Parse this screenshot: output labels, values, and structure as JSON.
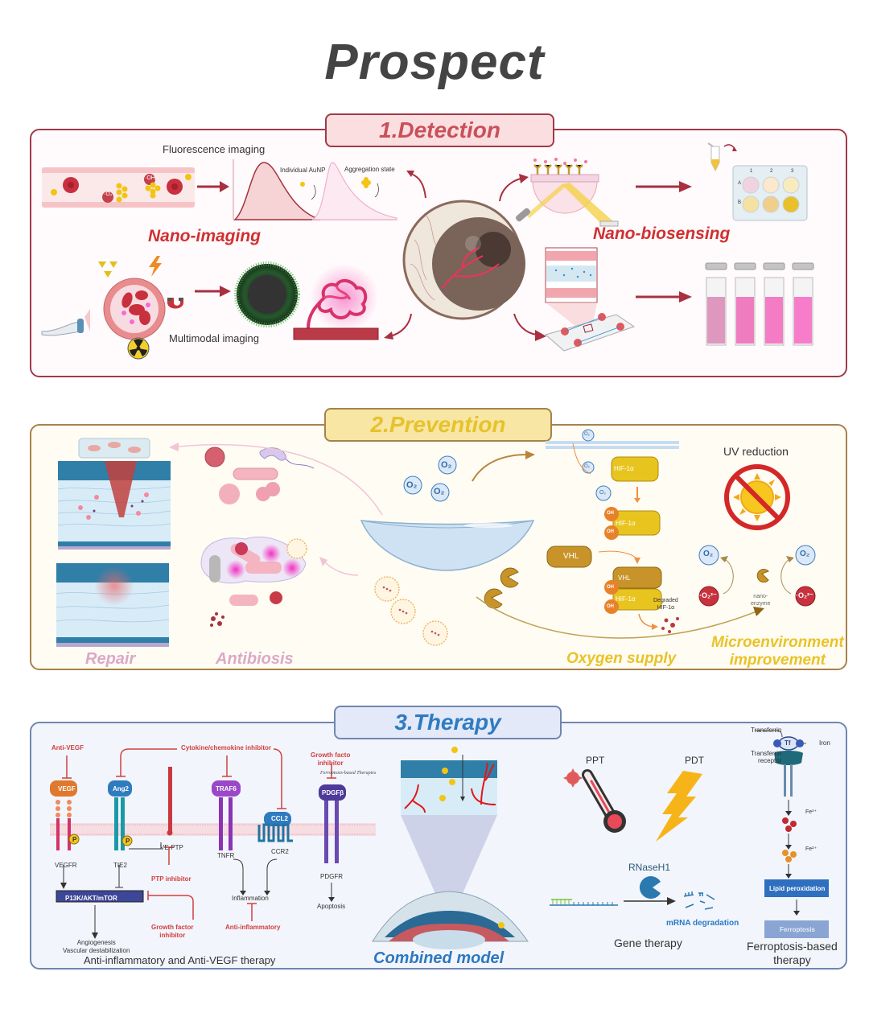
{
  "title": "Prospect",
  "sections": {
    "detection": {
      "tab": "1.Detection",
      "nano_imaging": {
        "title": "Nano-imaging",
        "fluorescence_label": "Fluorescence imaging",
        "individual_label": "Individual AuNP",
        "aggregation_label": "Aggregation state",
        "oh_label": "·OH",
        "o2_label": "·O₂",
        "multimodal_label": "Multimodal imaging"
      },
      "nano_biosensing": {
        "title": "Nano-biosensing",
        "plate_cols": [
          "1",
          "2",
          "3"
        ],
        "plate_rows": [
          "A",
          "B"
        ],
        "plate_colors": [
          "#f0d3df",
          "#fbe8cd",
          "#f8ebbd",
          "#f5e2a2",
          "#f0cf8d",
          "#e9c029"
        ],
        "cuvette_colors": [
          "#de97be",
          "#f07cc0",
          "#f47cc4",
          "#f77dcb"
        ]
      }
    },
    "prevention": {
      "tab": "2.Prevention",
      "repair_title": "Repair",
      "antibiosis_title": "Antibiosis",
      "oxygen_title": "Oxygen supply",
      "micro_title_line1": "Microenvironment",
      "micro_title_line2": "improvement",
      "uv_label": "UV reduction",
      "o2": "O₂",
      "superoxide": "·O₂²⁻",
      "hif": "HIF-1α",
      "vhl": "VHL",
      "oh": "OH",
      "degraded_line1": "Degraded",
      "degraded_line2": "HIF-1α",
      "nanozyme_line1": "nano-",
      "nanozyme_line2": "enzyme"
    },
    "therapy": {
      "tab": "3.Therapy",
      "anti_vegf_label": "Anti-VEGF",
      "cytokine_label": "Cytokine/chemokine inhibitor",
      "growth_facto_line1": "Growth facto",
      "growth_facto_line2": "inhibitor",
      "ferroptosis_small": "Ferroptosis-based Therapies",
      "vegf": "VEGF",
      "ang2": "Ang2",
      "traf6": "TRAF6",
      "ccl2": "CCL2",
      "pdgfb": "PDGFβ",
      "vegfr": "VEGFR",
      "tie2": "TIE2",
      "ve_ptp": "VE-PTP",
      "tnfr": "TNFR",
      "ccr2": "CCR2",
      "pdgfr": "PDGFR",
      "p": "P",
      "ptp_inhibitor": "PTP inhibitor",
      "pathway": "P13K/AKT/mTOR",
      "inflammation": "Inflammation",
      "apoptosis": "Apoptosis",
      "growth_factor_line1": "Growth factor",
      "growth_factor_line2": "inhibitor",
      "anti_inflammatory": "Anti-inflammatory",
      "outcome_line1": "Angiogenesis",
      "outcome_line2": "Vascular destabilization",
      "sub_title_left": "Anti-inflammatory and Anti-VEGF therapy",
      "combined_model": "Combined model",
      "ppt": "PPT",
      "pdt": "PDT",
      "rnaseh1": "RNaseH1",
      "mrna_degradation": "mRNA degradation",
      "gene_therapy": "Gene therapy",
      "transferrin": "Transferrin",
      "tf": "Tf",
      "iron": "Iron",
      "tfr_line1": "Transferrin",
      "tfr_line2": "receptor",
      "fe3": "Fe³⁺",
      "fe2": "Fe²⁺",
      "lipid_peroxidation": "Lipid peroxidation",
      "ferroptosis": "Ferroptosis",
      "ferro_title_line1": "Ferroptosis-based",
      "ferro_title_line2": "therapy"
    }
  }
}
